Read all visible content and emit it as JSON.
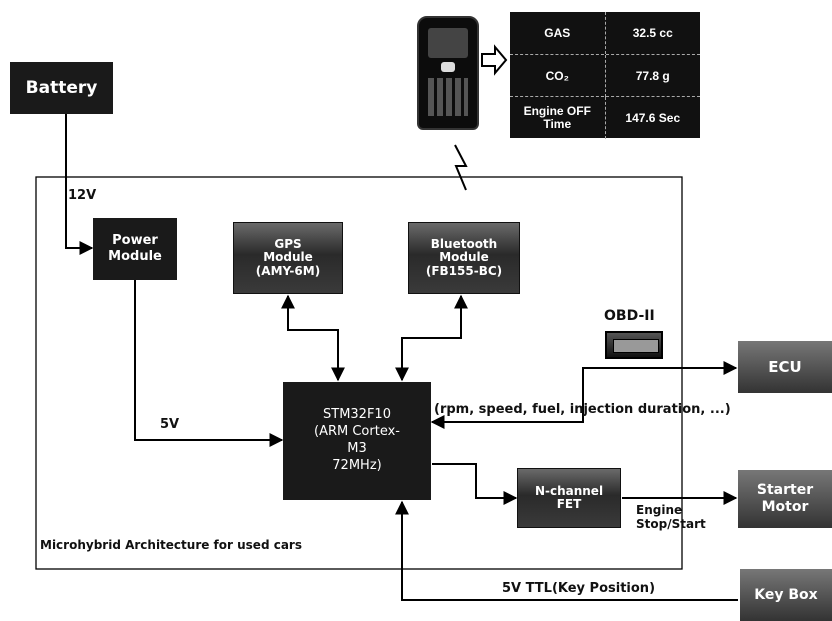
{
  "nodes": {
    "battery": "Battery",
    "power_module": [
      "Power",
      "Module"
    ],
    "gps_module": [
      "GPS",
      "Module",
      "(AMY-6M)"
    ],
    "bluetooth_module": [
      "Bluetooth",
      "Module",
      "(FB155-BC)"
    ],
    "mcu": [
      "STM32F10",
      "(ARM Cortex-",
      "M3",
      "72MHz)"
    ],
    "obd": "OBD-II",
    "ecu": "ECU",
    "fet": [
      "N-channel",
      "FET"
    ],
    "starter_motor": [
      "Starter",
      "Motor"
    ],
    "key_box": "Key Box"
  },
  "labels": {
    "v12": "12V",
    "v5": "5V",
    "ecu_signals": "(rpm, speed, fuel, injection duration, ...)",
    "engine_stop_start": [
      "Engine",
      "Stop/Start"
    ],
    "key_position": "5V TTL(Key Position)",
    "architecture_caption": "Microhybrid Architecture for used cars"
  },
  "phone_display": {
    "rows": [
      {
        "label": "GAS",
        "value": "32.5 cc"
      },
      {
        "label": "CO₂",
        "value": "77.8 g"
      },
      {
        "label": "Engine OFF Time",
        "value": "147.6 Sec"
      }
    ]
  },
  "colors": {
    "dark_box": "#1a1a1a",
    "line": "#000000"
  }
}
